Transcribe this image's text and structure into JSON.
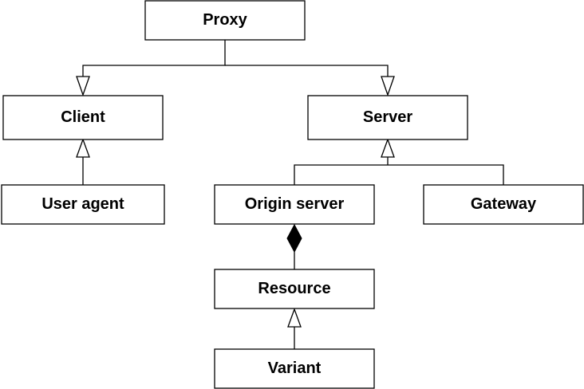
{
  "nodes": {
    "proxy": "Proxy",
    "client": "Client",
    "server": "Server",
    "user_agent": "User agent",
    "origin_server": "Origin server",
    "gateway": "Gateway",
    "resource": "Resource",
    "variant": "Variant"
  },
  "relations": [
    {
      "from": "Proxy",
      "to": "Client",
      "type": "generalization"
    },
    {
      "from": "Proxy",
      "to": "Server",
      "type": "generalization"
    },
    {
      "from": "User agent",
      "to": "Client",
      "type": "generalization"
    },
    {
      "from": "Origin server",
      "to": "Server",
      "type": "generalization"
    },
    {
      "from": "Gateway",
      "to": "Server",
      "type": "generalization"
    },
    {
      "from": "Resource",
      "to": "Origin server",
      "type": "composition"
    },
    {
      "from": "Variant",
      "to": "Resource",
      "type": "generalization"
    }
  ]
}
